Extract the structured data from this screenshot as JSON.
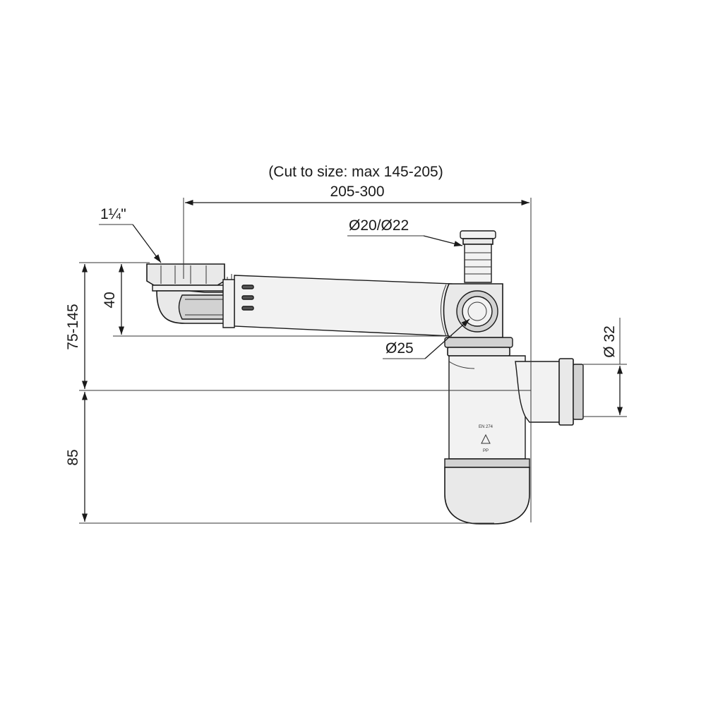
{
  "dimensions": {
    "cut_note": "(Cut to size: max 145-205)",
    "overall_length": "205-300",
    "thread_size": "1¼\"",
    "hose_nozzle": "Ø20/Ø22",
    "side_inlet": "Ø25",
    "outlet": "Ø 32",
    "height_adjust": "75-145",
    "inlet_depth": "40",
    "trap_height": "85"
  },
  "marking": {
    "standard": "EN 274",
    "material": "PP"
  }
}
